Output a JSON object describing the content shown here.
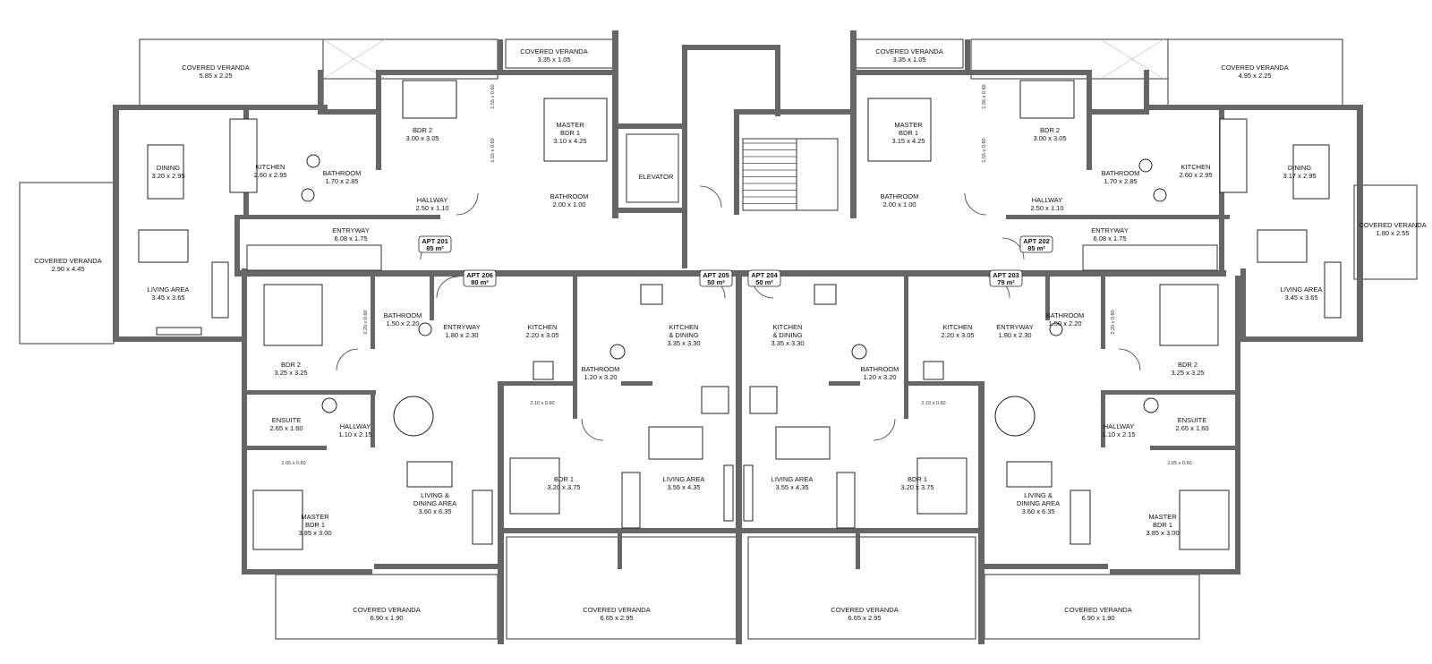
{
  "title": "",
  "plan": {
    "units": [
      {
        "name": "APT 201",
        "area": "85 m²"
      },
      {
        "name": "APT 202",
        "area": "85 m²"
      },
      {
        "name": "APT 206",
        "area": "80 m²"
      },
      {
        "name": "APT 205",
        "area": "50 m²"
      },
      {
        "name": "APT 204",
        "area": "50 m²"
      },
      {
        "name": "APT 203",
        "area": "79 m²"
      }
    ],
    "rooms": [
      {
        "name": "COVERED VERANDA",
        "size": "5.85 x 2.25"
      },
      {
        "name": "COVERED VERANDA",
        "size": "3.35 x 1.05"
      },
      {
        "name": "COVERED VERANDA",
        "size": "3.35 x 1.05"
      },
      {
        "name": "COVERED VERANDA",
        "size": "4.95 x 2.25"
      },
      {
        "name": "BDR 2",
        "size": "3.00 x 3.05"
      },
      {
        "name": "MASTER\nBDR 1",
        "size": "3.10 x 4.25"
      },
      {
        "name": "MASTER\nBDR 1",
        "size": "3.15 x 4.25"
      },
      {
        "name": "BDR 2",
        "size": "3.00 x 3.05"
      },
      {
        "name": "DINING",
        "size": "3.20 x 2.95"
      },
      {
        "name": "KITCHEN",
        "size": "2.60 x 2.95"
      },
      {
        "name": "BATHROOM",
        "size": "1.70 x 2.85"
      },
      {
        "name": "HALLWAY",
        "size": "2.50 x 1.10"
      },
      {
        "name": "BATHROOM",
        "size": "2.00 x 1.00"
      },
      {
        "name": "ELEVATOR",
        "size": ""
      },
      {
        "name": "BATHROOM",
        "size": "2.00 x 1.00"
      },
      {
        "name": "HALLWAY",
        "size": "2.50 x 1.10"
      },
      {
        "name": "BATHROOM",
        "size": "1.70 x 2.85"
      },
      {
        "name": "KITCHEN",
        "size": "2.60 x 2.95"
      },
      {
        "name": "DINING",
        "size": "3.17 x 2.95"
      },
      {
        "name": "COVERED VERANDA",
        "size": "2.90 x 4.45"
      },
      {
        "name": "ENTRYWAY",
        "size": "6.08 x 1.75"
      },
      {
        "name": "ENTRYWAY",
        "size": "6.08 x 1.75"
      },
      {
        "name": "COVERED VERANDA",
        "size": "1.80 x 2.55"
      },
      {
        "name": "LIVING AREA",
        "size": "3.45 x 3.65"
      },
      {
        "name": "LIVING AREA",
        "size": "3.45 x 3.65"
      },
      {
        "name": "BATHROOM",
        "size": "1.50 x 2.20"
      },
      {
        "name": "ENTRYWAY",
        "size": "1.80 x 2.30"
      },
      {
        "name": "KITCHEN",
        "size": "2.20 x 3.05"
      },
      {
        "name": "KITCHEN\n& DINING",
        "size": "3.35 x 3.30"
      },
      {
        "name": "KITCHEN\n& DINING",
        "size": "3.35 x 3.30"
      },
      {
        "name": "KITCHEN",
        "size": "2.20 x 3.05"
      },
      {
        "name": "ENTRYWAY",
        "size": "1.80 x 2.30"
      },
      {
        "name": "BATHROOM",
        "size": "1.50 x 2.20"
      },
      {
        "name": "BDR 2",
        "size": "3.25 x 3.25"
      },
      {
        "name": "BATHROOM",
        "size": "1.20 x 3.20"
      },
      {
        "name": "BATHROOM",
        "size": "1.20 x 3.20"
      },
      {
        "name": "BDR 2",
        "size": "3.25 x 3.25"
      },
      {
        "name": "ENSUITE",
        "size": "2.65 x 1.60"
      },
      {
        "name": "HALLWAY",
        "size": "1.10 x 2.15"
      },
      {
        "name": "HALLWAY",
        "size": "1.10 x 2.15"
      },
      {
        "name": "ENSUITE",
        "size": "2.65 x 1.60"
      },
      {
        "name": "BDR 1",
        "size": "3.20 x 3.75"
      },
      {
        "name": "LIVING AREA",
        "size": "3.55 x 4.35"
      },
      {
        "name": "LIVING AREA",
        "size": "3.55 x 4.35"
      },
      {
        "name": "BDR 1",
        "size": "3.20 x 3.75"
      },
      {
        "name": "LIVING &\nDINING AREA",
        "size": "3.60 x 6.35"
      },
      {
        "name": "LIVING &\nDINING AREA",
        "size": "3.60 x 6.35"
      },
      {
        "name": "MASTER\nBDR 1",
        "size": "3.85 x 3.00"
      },
      {
        "name": "MASTER\nBDR 1",
        "size": "3.85 x 3.00"
      },
      {
        "name": "COVERED VERANDA",
        "size": "6.90 x 1.90"
      },
      {
        "name": "COVERED VERANDA",
        "size": "6.65 x 2.95"
      },
      {
        "name": "COVERED VERANDA",
        "size": "6.65 x 2.95"
      },
      {
        "name": "COVERED VERANDA",
        "size": "6.90 x 1.90"
      }
    ],
    "closet_notes": [
      "1.55 x 0.60",
      "1.55 x 0.60",
      "1.55 x 0.60",
      "1.55 x 0.60",
      "2.20 x 0.60",
      "2.20 x 0.60",
      "2.10 x 0.60",
      "2.10 x 0.60",
      "2.65 x 0.60",
      "2.65 x 0.60"
    ]
  }
}
